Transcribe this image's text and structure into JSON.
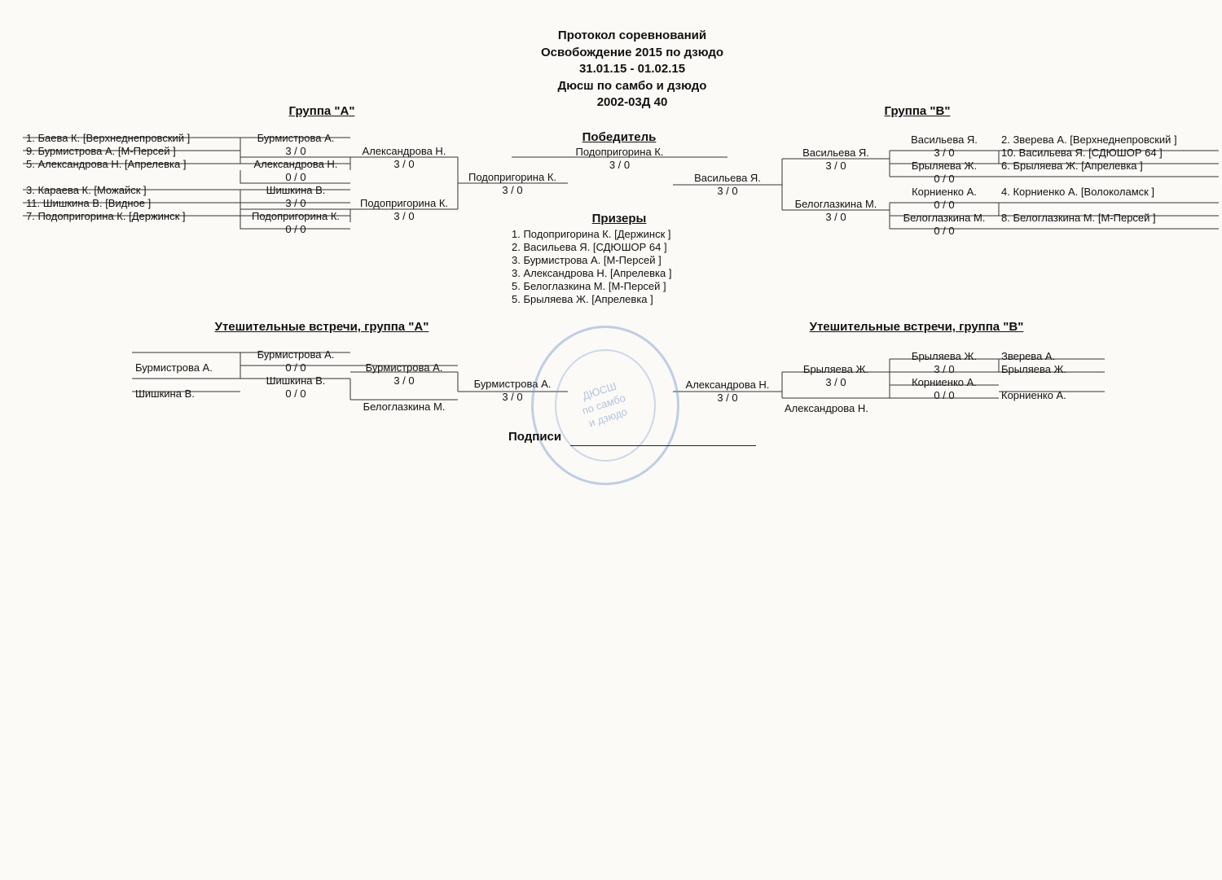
{
  "header": {
    "line1": "Протокол соревнований",
    "line2": "Освобождение 2015 по дзюдо",
    "line3": "31.01.15 - 01.02.15",
    "line4": "Дюсш по самбо и дзюдо",
    "line5": "2002-03Д 40"
  },
  "groupA": {
    "title": "Группа  \"А\"",
    "entries": [
      "1. Баева К.  [Верхнеднепровский   ]",
      "9. Бурмистрова А.  [М-Персей   ]",
      "5. Александрова Н.  [Апрелевка   ]",
      "3. Караева К.  [Можайск   ]",
      "11. Шишкина В.  [Видное   ]",
      "7. Подопригорина К.  [Держинск   ]"
    ],
    "r1": [
      {
        "name": "Бурмистрова А.",
        "score": "3  /  0"
      },
      {
        "name": "Александрова Н.",
        "score": "0  /  0"
      },
      {
        "name": "Шишкина В.",
        "score": "3  /  0"
      },
      {
        "name": "Подопригорина К.",
        "score": "0  /  0"
      }
    ],
    "r2": [
      {
        "name": "Александрова Н.",
        "score": "3  /  0"
      },
      {
        "name": "Подопригорина К.",
        "score": "3  /  0"
      }
    ],
    "final": {
      "name": "Подопригорина К.",
      "score": "3  /  0"
    }
  },
  "groupB": {
    "title": "Группа  \"В\"",
    "entries": [
      "2. Зверева А.  [Верхнеднепровский   ]",
      "10. Васильева Я.  [СДЮШОР 64   ]",
      "6. Брыляева Ж.  [Апрелевка   ]",
      "4. Корниенко А.  [Волоколамск   ]",
      "8. Белоглазкина М.  [М-Персей   ]"
    ],
    "r1": [
      {
        "name": "Васильева Я.",
        "score": "3  /  0"
      },
      {
        "name": "Брыляева Ж.",
        "score": "0  /  0"
      },
      {
        "name": "Корниенко А.",
        "score": "0  /  0"
      },
      {
        "name": "Белоглазкина М.",
        "score": "0  /  0"
      }
    ],
    "r2": [
      {
        "name": "Васильева Я.",
        "score": "3  /  0"
      },
      {
        "name": "Белоглазкина М.",
        "score": "3  /  0"
      }
    ],
    "final": {
      "name": "Васильева Я.",
      "score": "3  /  0"
    }
  },
  "winner": {
    "title": "Победитель",
    "name": "Подопригорина К.",
    "score": "3  /  0"
  },
  "prizes": {
    "title": "Призеры",
    "items": [
      "1. Подопригорина К.    [Держинск   ]",
      "2. Васильева Я.    [СДЮШОР 64   ]",
      "3. Бурмистрова А.    [М-Персей   ]",
      "3. Александрова Н.    [Апрелевка   ]",
      "5. Белоглазкина М.    [М-Персей   ]",
      "5. Брыляева Ж.    [Апрелевка   ]"
    ]
  },
  "consolA": {
    "title": "Утешительные встречи, группа \"А\"",
    "entries": [
      "Бурмистрова А.",
      "Шишкина В."
    ],
    "r1": [
      {
        "name": "Бурмистрова А.",
        "score": "0  /  0"
      },
      {
        "name": "Шишкина В.",
        "score": "0  /  0"
      }
    ],
    "r2": {
      "name": "Бурмистрова А.",
      "score": "3  /  0"
    },
    "bye": "Белоглазкина М.",
    "final": {
      "name": "Бурмистрова А.",
      "score": "3  /  0"
    }
  },
  "consolB": {
    "title": "Утешительные встречи, группа \"В\"",
    "entries": [
      "Зверева А.",
      "Брыляева Ж.",
      "Корниенко А."
    ],
    "r1": [
      {
        "name": "Брыляева Ж.",
        "score": "3  /  0"
      },
      {
        "name": "Корниенко А.",
        "score": "0  /  0"
      }
    ],
    "r2": {
      "name": "Брыляева Ж.",
      "score": "3  /  0"
    },
    "bye": "Александрова Н.",
    "final": {
      "name": "Александрова Н.",
      "score": "3  /  0"
    }
  },
  "signature": {
    "label": "Подписи"
  }
}
